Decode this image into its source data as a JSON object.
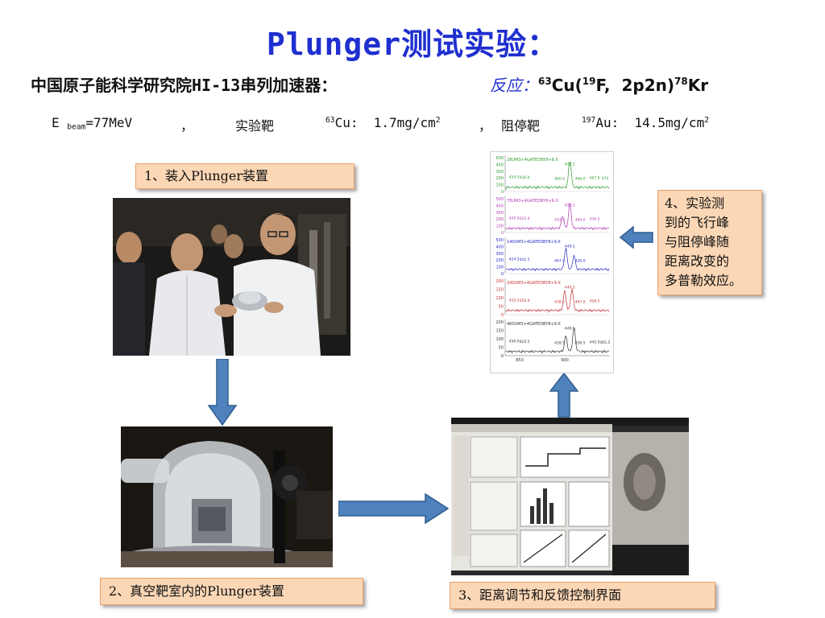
{
  "title": "Plunger测试实验：",
  "facility": {
    "label": "中国原子能科学研究院HI-13串列加速器：",
    "reaction_key": "反应：",
    "reaction": {
      "a_mass": "63",
      "a_el": "Cu",
      "b_mass": "19",
      "b_el": "F",
      "channel": "2p2n",
      "c_mass": "78",
      "c_el": "Kr",
      "open": "(",
      "sep": ",",
      "close": ")"
    }
  },
  "conditions": {
    "e_label": "E",
    "e_sub": "beam",
    "e_value": "=77MeV",
    "comma1": "，",
    "target_label": "实验靶",
    "target_mass": "63",
    "target_el": "Cu:",
    "target_thickness": "1.7mg/cm",
    "target_exp": "2",
    "comma2": "，",
    "stopper_label": "阻停靶",
    "stopper_mass": "197",
    "stopper_el": "Au:",
    "stopper_thickness": "14.5mg/cm",
    "stopper_exp": "2"
  },
  "steps": {
    "step1": "1、装入Plunger装置",
    "step2": "2、真空靶室内的Plunger装置",
    "step3": "3、距离调节和反馈控制界面",
    "step4": [
      "4、实验测",
      "到的飞行峰",
      "与阻停峰随",
      "距离改变的",
      "多普勒效应。"
    ]
  },
  "spectrum": {
    "x_ticks": [
      "850",
      "900"
    ],
    "panels": [
      {
        "label": "28UM3+4GATEDBY8+9.X",
        "color": "#2e9a2e",
        "y_ticks": [
          "500",
          "400",
          "300",
          "200",
          "100",
          "0"
        ],
        "peaks": [
          "455.5",
          "424.5",
          "430.0",
          "460.0",
          "466.0",
          "467.0",
          "474"
        ]
      },
      {
        "label": "78UM3+4GATEDBY8+9.X",
        "color": "#b23ab2",
        "y_ticks": [
          "500",
          "400",
          "300",
          "200",
          "100",
          "0"
        ],
        "peaks": [
          "455.5",
          "445.0",
          "425.0",
          "433.5",
          "465.0",
          "436.5"
        ]
      },
      {
        "label": "140UM3+4GATEDBY8+9.X",
        "color": "#2a2ac8",
        "y_ticks": [
          "500",
          "400",
          "300",
          "200",
          "100",
          "0"
        ],
        "peaks": [
          "449.5",
          "424.5",
          "442.5",
          "467.5",
          "426.0"
        ]
      },
      {
        "label": "240UM3+4GATEDBY8+9.X",
        "color": "#c83030",
        "y_ticks": [
          "200",
          "150",
          "100",
          "50",
          "0"
        ],
        "peaks": [
          "449.5",
          "455.5",
          "456.0",
          "438.5",
          "467.0",
          "426.5"
        ]
      },
      {
        "label": "460UM3+4GATEDBY8+9.X",
        "color": "#333333",
        "y_ticks": [
          "200",
          "150",
          "100",
          "50",
          "0"
        ],
        "peaks": [
          "449.5",
          "456.0",
          "424.5",
          "428.5",
          "436.5",
          "442.0",
          "465.5"
        ]
      }
    ]
  },
  "colors": {
    "title_blue": "#1f2fd0",
    "callout_fill": "#fbd7b6",
    "callout_border": "#e9a06c",
    "arrow_blue": "#4f81bd"
  }
}
